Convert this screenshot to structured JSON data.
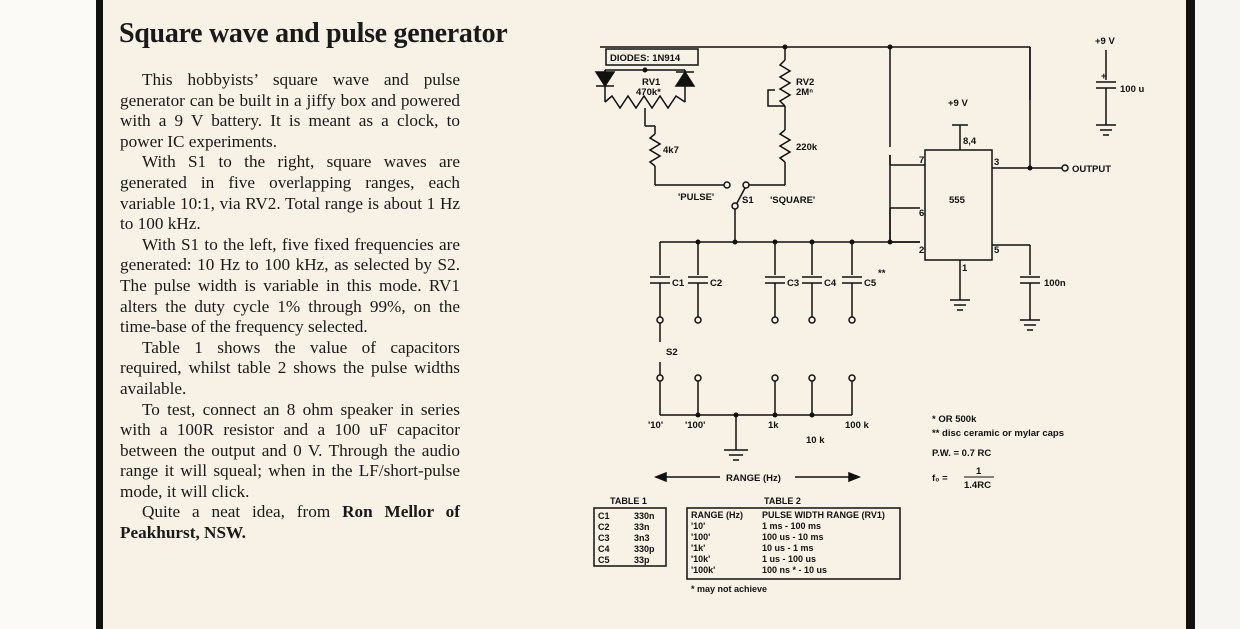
{
  "article": {
    "title": "Square wave and pulse generator",
    "paragraphs": [
      "This hobbyists’ square wave and pulse generator can be built in a jiffy box and powered with a 9 V battery. It is meant as a clock, to power IC experiments.",
      "With S1 to the right, square waves are generated in five overlapping ranges, each variable 10:1, via RV2. Total range is about 1 Hz to 100 kHz.",
      "With S1 to the left, five fixed frequencies are generated: 10 Hz to 100 kHz, as selected by S2. The pulse width is variable in this mode. RV1 alters the duty cycle 1% through 99%, on the time-base of the frequency selected.",
      "Table 1 shows the value of capacitors required, whilst table 2 shows the pulse widths available.",
      "To test, connect an 8 ohm speaker in series with a 100R resistor and a 100 uF capacitor between the output and 0 V. Through the audio range it will squeal; when in the LF/short-pulse mode, it will click."
    ],
    "closing_text": "Quite a neat idea, from ",
    "author": "Ron Mellor of Peakhurst, NSW."
  },
  "schematic": {
    "diodes_label": "DIODES: 1N914",
    "rv1_name": "RV1",
    "rv1_value": "470k*",
    "rv2_name": "RV2",
    "rv2_value": "2Mⁿ",
    "r_4k7": "4k7",
    "r_220k": "220k",
    "pulse_label": "'PULSE'",
    "square_label": "'SQUARE'",
    "s1_label": "S1",
    "s2_label": "S2",
    "ic_label": "555",
    "pin_7": "7",
    "pin_3": "3",
    "pin_6": "6",
    "pin_2": "2",
    "pin_5": "5",
    "pin_1": "1",
    "pin_84": "8,4",
    "supply_top": "+9 V",
    "supply_ic": "+9 V",
    "plus_sign": "+",
    "cap_100u": "100 u",
    "cap_100n": "100n",
    "output_label": "OUTPUT",
    "caps": [
      "C1",
      "C2",
      "C3",
      "C4",
      "C5"
    ],
    "c5_mark": "**",
    "range_positions": [
      "'10'",
      "'100'",
      "1k",
      "10 k",
      "100 k"
    ],
    "range_axis": "RANGE (Hz)",
    "note_or": "* OR 500k",
    "note_caps": "** disc ceramic or mylar caps",
    "pw_formula": "P.W. = 0.7 RC",
    "f0_label": "f₀ =",
    "f0_num": "1",
    "f0_den": "1.4RC"
  },
  "table1": {
    "title": "TABLE 1",
    "rows": [
      [
        "C1",
        "330n"
      ],
      [
        "C2",
        "33n"
      ],
      [
        "C3",
        "3n3"
      ],
      [
        "C4",
        "330p"
      ],
      [
        "C5",
        "33p"
      ]
    ]
  },
  "table2": {
    "title": "TABLE 2",
    "headers": [
      "RANGE (Hz)",
      "PULSE WIDTH RANGE (RV1)"
    ],
    "rows": [
      [
        "'10'",
        "1 ms - 100 ms"
      ],
      [
        "'100'",
        "100 us - 10 ms"
      ],
      [
        "'1k'",
        "10 us - 1 ms"
      ],
      [
        "'10k'",
        "1 us - 100 us"
      ],
      [
        "'100k'",
        "100 ns * - 10 us"
      ]
    ],
    "footnote": "* may not achieve"
  }
}
